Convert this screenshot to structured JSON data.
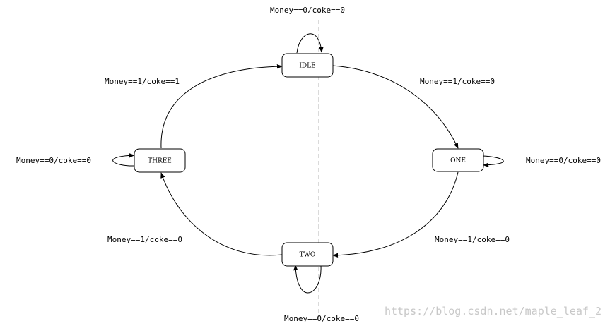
{
  "states": {
    "idle": "IDLE",
    "one": "ONE",
    "two": "TWO",
    "three": "THREE"
  },
  "transitions": {
    "idle_self": "Money==0/coke==0",
    "idle_to_one": "Money==1/coke==0",
    "one_self": "Money==0/coke==0",
    "one_to_two": "Money==1/coke==0",
    "two_self": "Money==0/coke==0",
    "two_to_three": "Money==1/coke==0",
    "three_self": "Money==0/coke==0",
    "three_to_idle": "Money==1/coke==1"
  },
  "watermark": "https://blog.csdn.net/maple_leaf_2"
}
